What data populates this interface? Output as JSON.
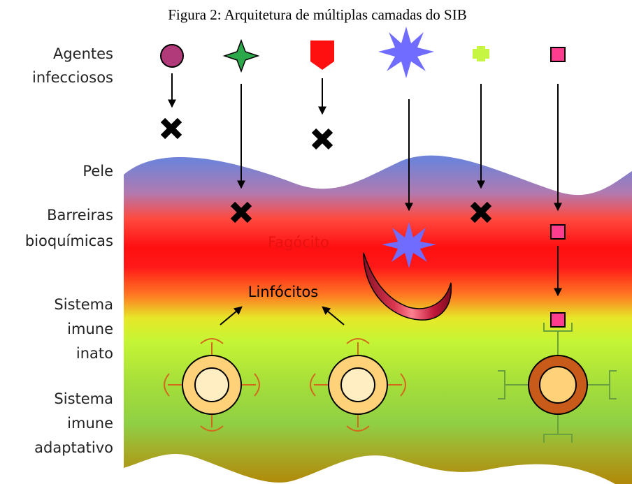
{
  "figure": {
    "caption": "Figura 2: Arquitetura de múltiplas camadas do SIB"
  },
  "side_labels": {
    "agentes": [
      "Agentes",
      "infecciosos"
    ],
    "pele": [
      "Pele"
    ],
    "barreiras": [
      "Barreiras",
      "bioquímicas"
    ],
    "inato": [
      "Sistema",
      "imune",
      "inato"
    ],
    "adaptativo": [
      "Sistema",
      "imune",
      "adaptativo"
    ]
  },
  "inner_labels": {
    "fagocito": "Fagócito",
    "linfocitos": "Linfócitos"
  },
  "colors": {
    "agent_circle": "#b03a7a",
    "agent_star4": "#2aa84a",
    "agent_pentagon": "#ff1010",
    "agent_star8": "#6f6cff",
    "agent_cross": "#c6f542",
    "agent_square": "#ff3d8f",
    "fagocito_text": "#e8110f",
    "lymphocyte_receptor": "#d2691e",
    "lymphocyte_outer": "#ffd27a",
    "lymphocyte_inner": "#ffeec2",
    "activated_ring": "#c85a1a",
    "activated_receptor": "#6aa040",
    "phagocyte": "#c2183a"
  },
  "icons": [
    "circle-agent-icon",
    "four-point-star-agent-icon",
    "pentagon-agent-icon",
    "eight-point-star-agent-icon",
    "plus-agent-icon",
    "square-agent-icon",
    "blocked-x-icon"
  ]
}
